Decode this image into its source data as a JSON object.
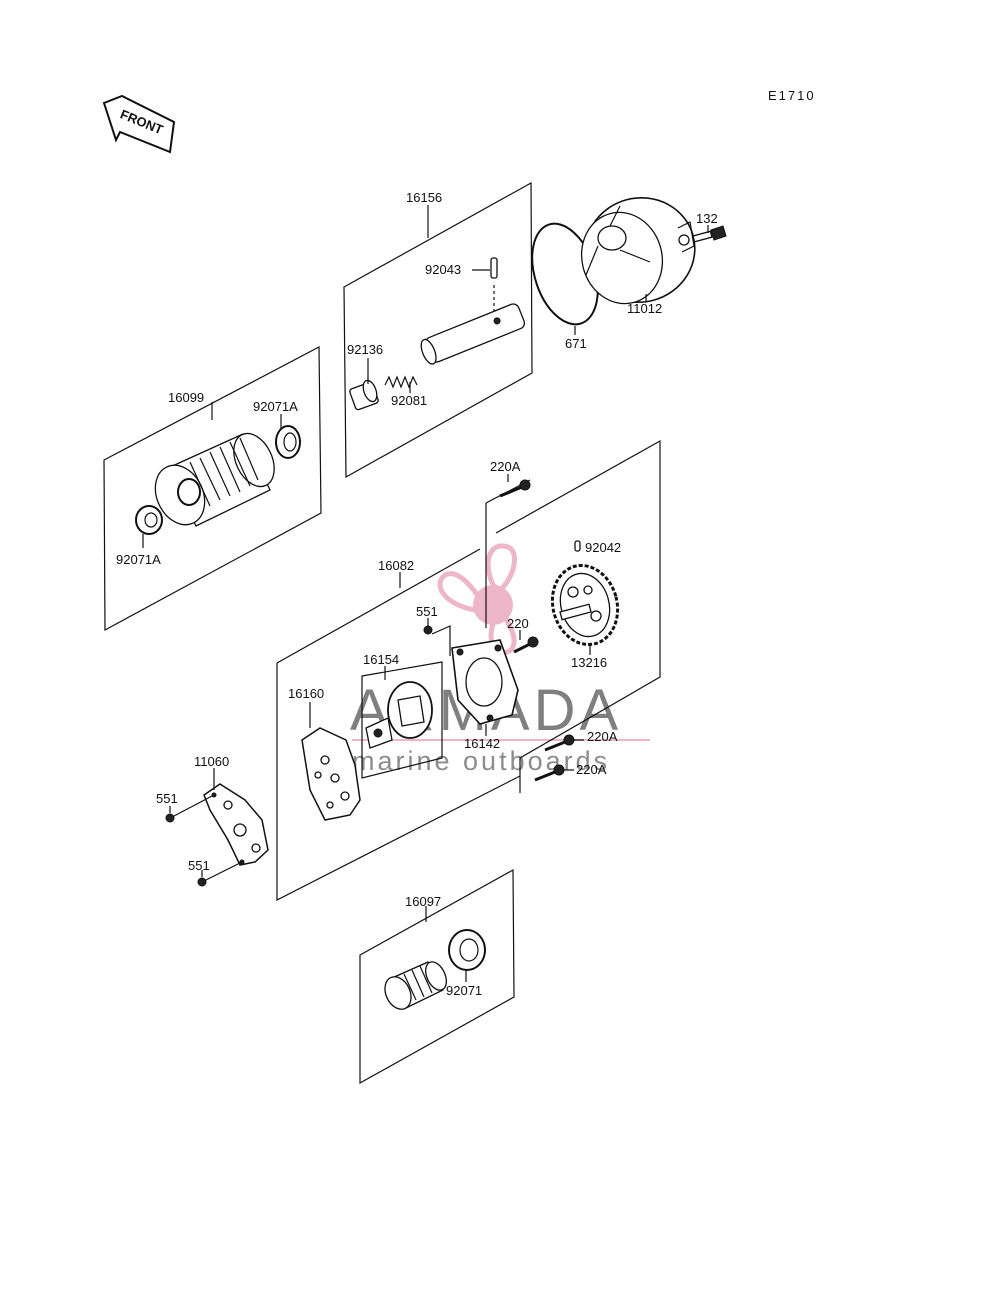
{
  "diagram_code": "E1710",
  "front_indicator": "FRONT",
  "watermark": {
    "brand": "ARMADA",
    "tagline": "marine outboards",
    "accent_color": "#e8a0b8"
  },
  "part_labels": {
    "p16156": "16156",
    "p92043": "92043",
    "p92136": "92136",
    "p92081": "92081",
    "p132": "132",
    "p11012": "11012",
    "p671": "671",
    "p16099": "16099",
    "p92071A_top": "92071A",
    "p92071A_bottom": "92071A",
    "p220A_top": "220A",
    "p92042": "92042",
    "p13216": "13216",
    "p16082": "16082",
    "p551_mid": "551",
    "p220": "220",
    "p16154": "16154",
    "p16160": "16160",
    "p16142": "16142",
    "p220A_r1": "220A",
    "p220A_r2": "220A",
    "p11060": "11060",
    "p551_a": "551",
    "p551_b": "551",
    "p16097": "16097",
    "p92071": "92071"
  }
}
